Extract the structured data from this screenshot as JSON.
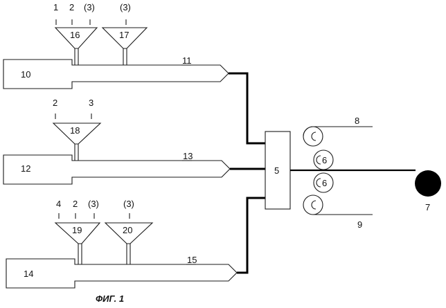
{
  "figure": {
    "caption": "ФИГ. 1",
    "extruders": [
      {
        "unit": "10",
        "pipe": "11"
      },
      {
        "unit": "12",
        "pipe": "13"
      },
      {
        "unit": "14",
        "pipe": "15"
      }
    ],
    "hoppers": [
      {
        "label": "16",
        "feeds": [
          "1",
          "2",
          "(3)"
        ]
      },
      {
        "label": "17",
        "feeds": [
          "(3)"
        ]
      },
      {
        "label": "18",
        "feeds": [
          "2",
          "3"
        ]
      },
      {
        "label": "19",
        "feeds": [
          "4",
          "2",
          "(3)"
        ]
      },
      {
        "label": "20",
        "feeds": [
          "(3)"
        ]
      }
    ],
    "die": "5",
    "rolls": [
      "6",
      "6"
    ],
    "film_top": "8",
    "film_bottom": "9",
    "reel": "7"
  }
}
